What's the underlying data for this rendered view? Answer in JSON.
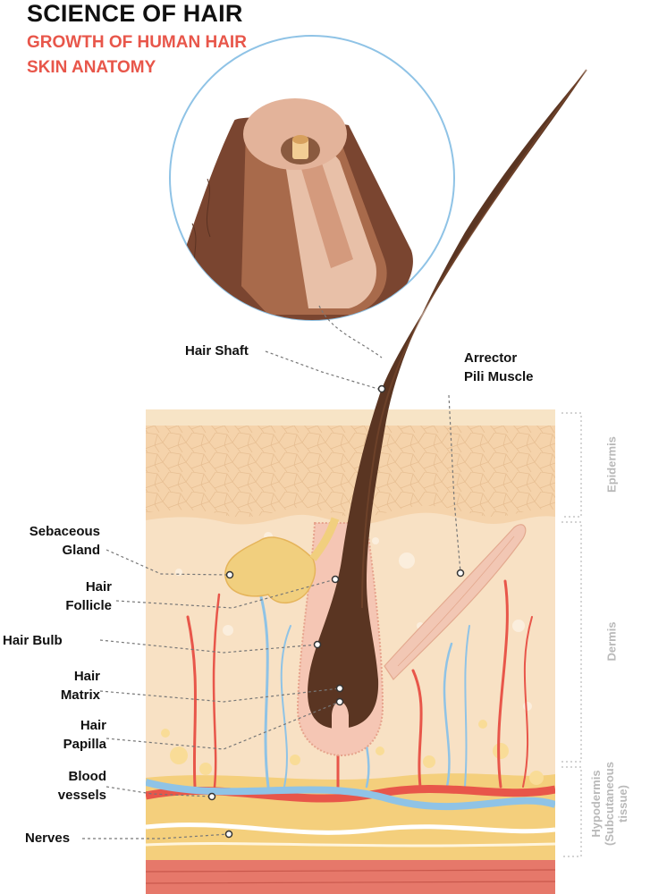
{
  "header": {
    "title": "SCIENCE OF HAIR",
    "subtitle_1": "GROWTH OF HUMAN HAIR",
    "subtitle_2": "SKIN ANATOMY"
  },
  "labels": {
    "hair_shaft": "Hair Shaft",
    "arrector": [
      "Arrector",
      "Pili Muscle"
    ],
    "sebaceous": [
      "Sebaceous",
      "Gland"
    ],
    "follicle": [
      "Hair",
      "Follicle"
    ],
    "bulb": "Hair Bulb",
    "matrix": [
      "Hair",
      "Matrix"
    ],
    "papilla": [
      "Hair",
      "Papilla"
    ],
    "blood": [
      "Blood",
      "vessels"
    ],
    "nerves": "Nerves"
  },
  "layers": {
    "epidermis": "Epidermis",
    "dermis": "Dermis",
    "hypodermis": [
      "Hypodermis",
      "(Subcutaneous",
      "tissue)"
    ]
  },
  "colors": {
    "title": "#111111",
    "accent": "#e8564a",
    "hair": "#5a3522",
    "epidermis": "#f4d7b2",
    "dermis": "#f8e1c4",
    "hypodermis": "#f5d58a",
    "artery": "#e8564a",
    "vein": "#8fc3e6",
    "muscle": "#f2c7b4",
    "gland": "#f1cf7e"
  }
}
